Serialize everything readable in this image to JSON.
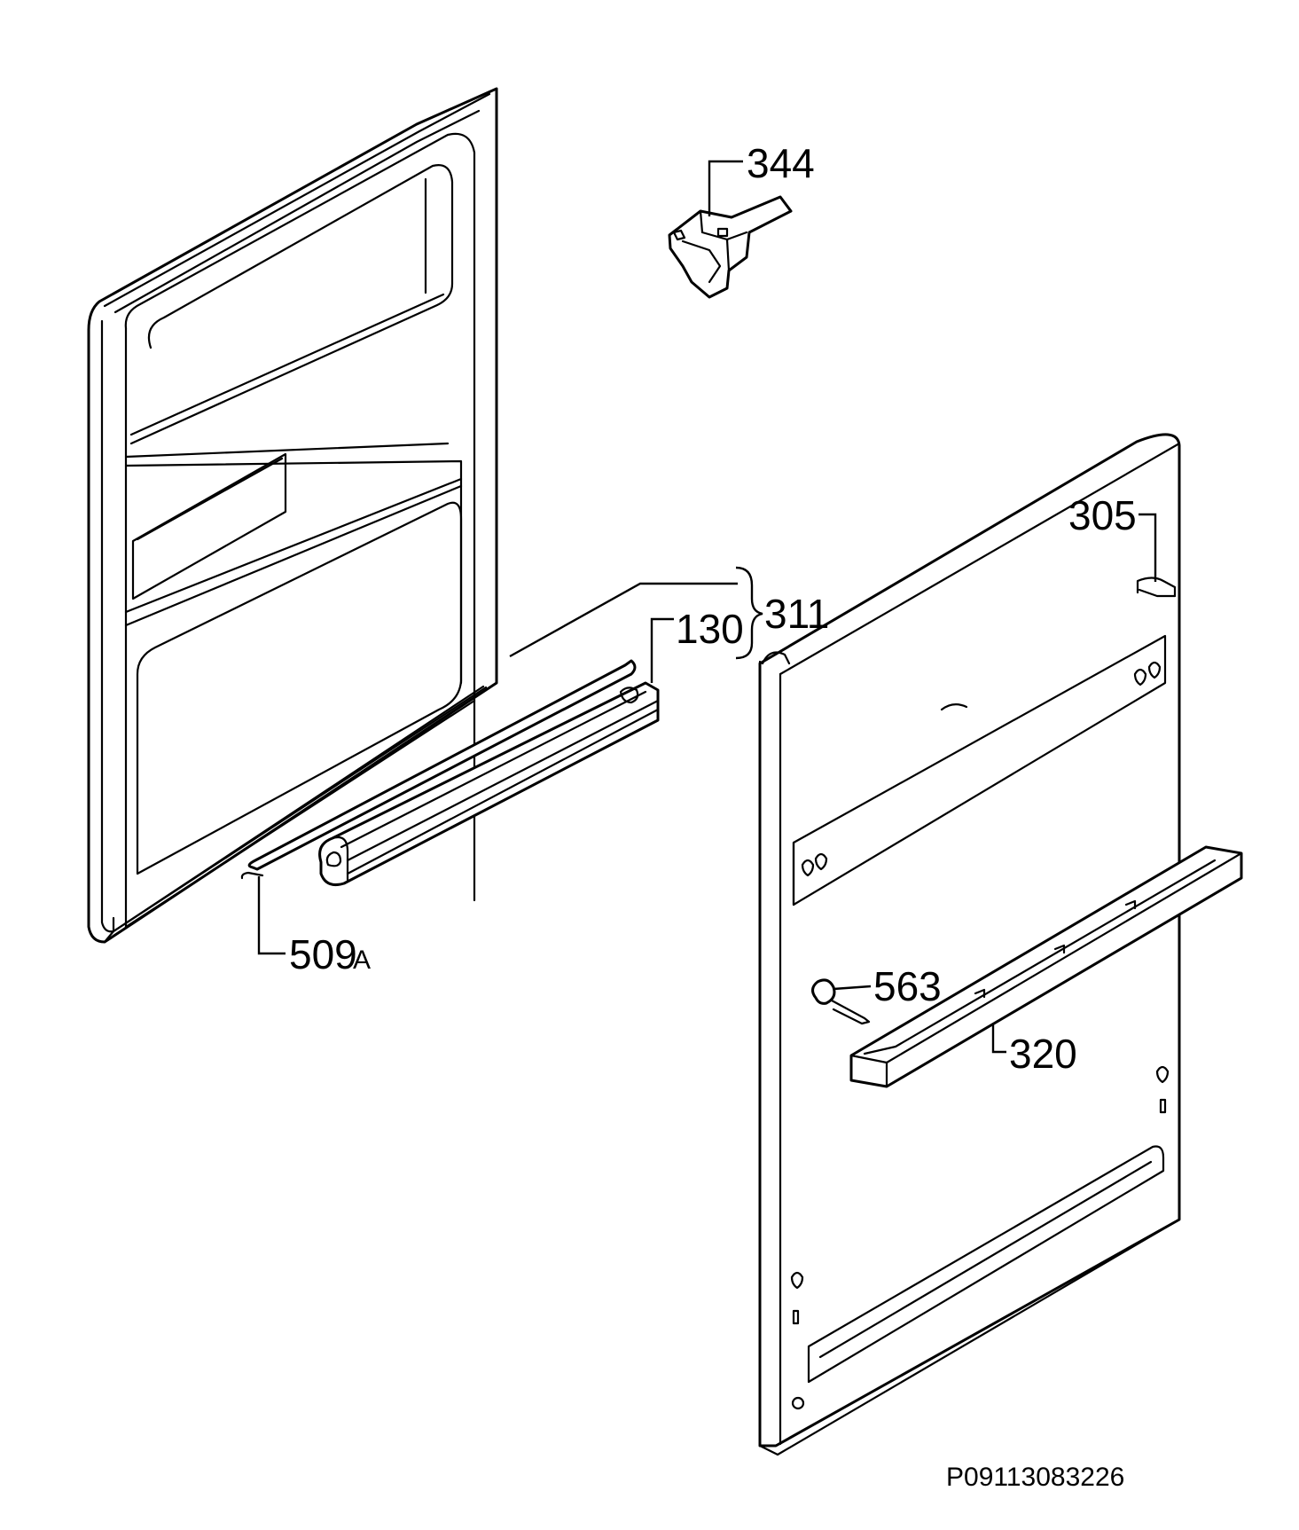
{
  "labels": {
    "inner_door": "",
    "p344": "344",
    "p305": "305",
    "p311": "311",
    "p130": "130",
    "p509_main": "509",
    "p509_suffix": "A",
    "p563": "563",
    "p320": "320"
  },
  "drawing_code": "P09113083226"
}
